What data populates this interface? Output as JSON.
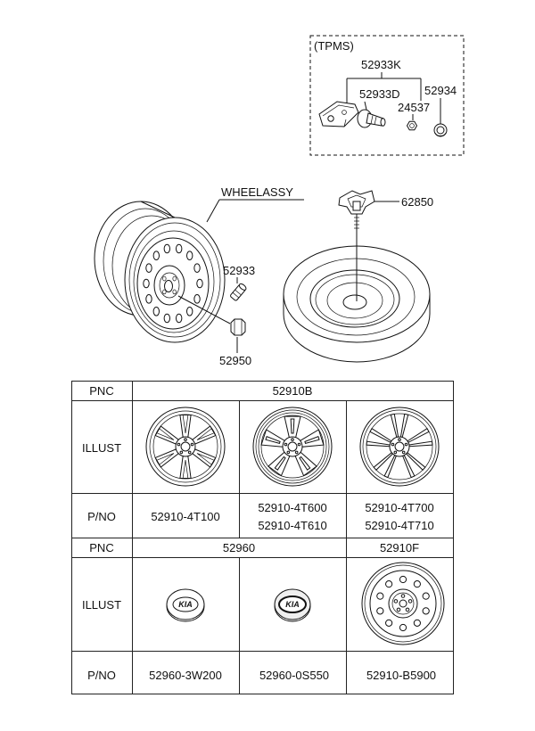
{
  "tpms": {
    "title": "(TPMS)",
    "sensor_assembly": "52933K",
    "valve": "52933D",
    "nut": "24537",
    "cap": "52934"
  },
  "callouts": {
    "wheel_assy": "WHEELASSY",
    "valve": "52933",
    "nut": "52950",
    "carrier": "62850"
  },
  "table": {
    "pnc_label": "PNC",
    "illust_label": "ILLUST",
    "pno_label": "P/NO",
    "group_1": {
      "pnc": "52910B",
      "part_numbers": [
        [
          "52910-4T100"
        ],
        [
          "52910-4T600",
          "52910-4T610"
        ],
        [
          "52910-4T700",
          "52910-4T710"
        ]
      ]
    },
    "group_2": {
      "pnc_left": "52960",
      "pnc_right": "52910F",
      "part_numbers": [
        [
          "52960-3W200"
        ],
        [
          "52960-0S550"
        ],
        [
          "52910-B5900"
        ]
      ]
    }
  },
  "emblem_text": "KIA",
  "colors": {
    "line": "#111111",
    "background": "#ffffff"
  }
}
